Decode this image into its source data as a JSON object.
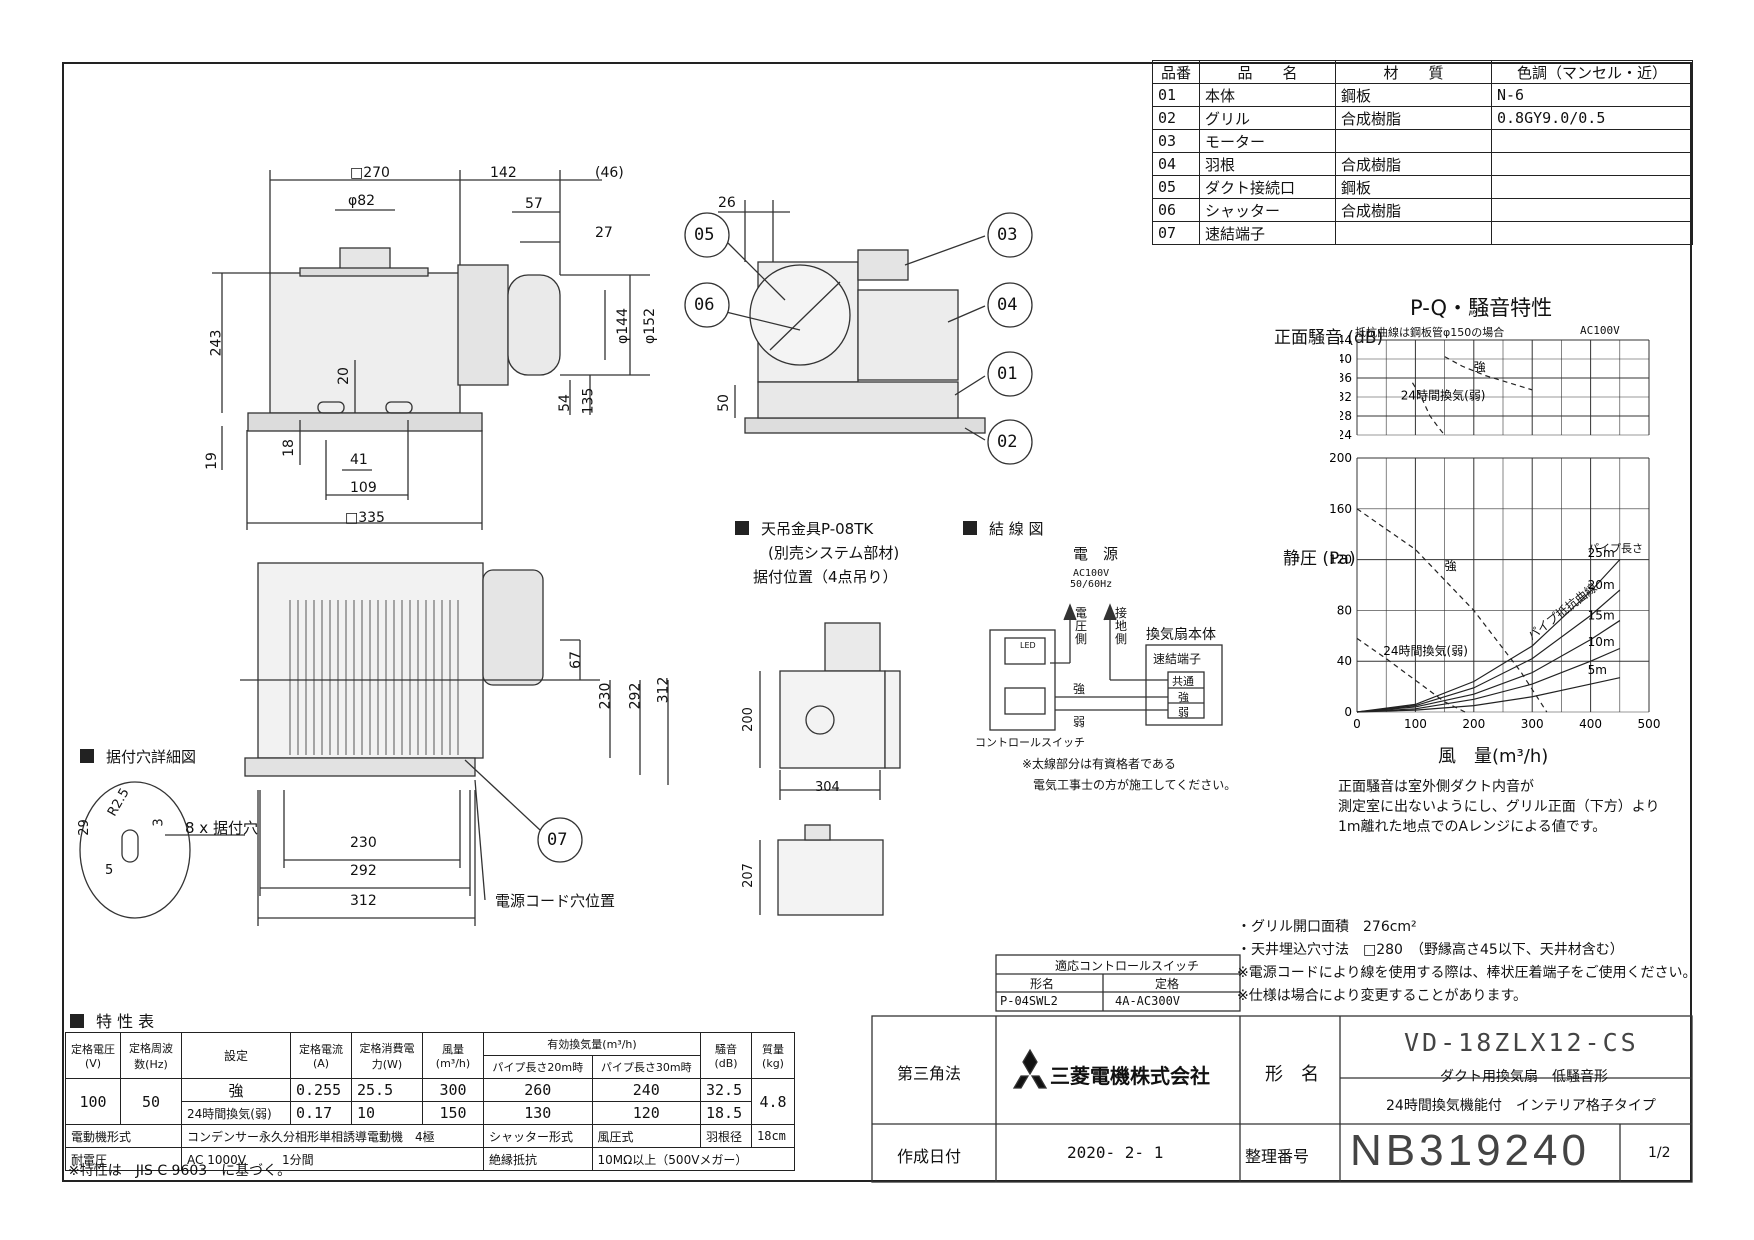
{
  "parts_table": {
    "headers": [
      "品番",
      "品　　名",
      "材　　質",
      "色調（マンセル・近）"
    ],
    "rows": [
      [
        "01",
        "本体",
        "鋼板",
        "N-6"
      ],
      [
        "02",
        "グリル",
        "合成樹脂",
        "0.8GY9.0/0.5"
      ],
      [
        "03",
        "モーター",
        "",
        ""
      ],
      [
        "04",
        "羽根",
        "合成樹脂",
        ""
      ],
      [
        "05",
        "ダクト接続口",
        "鋼板",
        ""
      ],
      [
        "06",
        "シャッター",
        "合成樹脂",
        ""
      ],
      [
        "07",
        "速結端子",
        "",
        ""
      ]
    ]
  },
  "dims_top": {
    "d270": "□270",
    "d142": "142",
    "d46": "(46)",
    "d82": "φ82",
    "d57": "57",
    "d27": "27",
    "d243": "243",
    "d20": "20",
    "d19": "19",
    "d18": "18",
    "d41": "41",
    "d109": "109",
    "d335": "□335",
    "d54": "54",
    "d135": "135",
    "d144": "φ144",
    "d152": "φ152"
  },
  "dims_side": {
    "d26": "26",
    "d50": "50",
    "c05": "05",
    "c06": "06",
    "c03": "03",
    "c04": "04",
    "c01": "01",
    "c02": "02"
  },
  "dims_bottom": {
    "d67": "67",
    "d230": "230",
    "d292": "292",
    "d312": "312",
    "b230": "230",
    "b292": "292",
    "b312": "312",
    "c07": "07",
    "cord": "電源コード穴位置"
  },
  "mount_detail": {
    "title": "据付穴詳細図",
    "r": "R2.5",
    "d29": "29",
    "d3": "3",
    "d5": "5",
    "holes": "8 x 据付穴"
  },
  "hanger": {
    "line1": "天吊金具P-08TK",
    "line2": "(別売システム部材)",
    "line3": "据付位置（4点吊り）",
    "d200": "200",
    "d304": "304",
    "d207": "207"
  },
  "wiring": {
    "title": "結 線 図",
    "power": "電　源",
    "ac": "AC100V",
    "hz": "50/60Hz",
    "vside": [
      "電",
      "圧",
      "側"
    ],
    "gside": [
      "接",
      "地",
      "側"
    ],
    "unit": "換気扇本体",
    "terminal": "速結端子",
    "t1": "共通",
    "t2": "強",
    "t3": "弱",
    "strong": "強",
    "weak": "弱",
    "led": "LED",
    "switch": "コントロールスイッチ",
    "note1": "※太線部分は有資格者である",
    "note2": "電気工事士の方が施工してください。"
  },
  "chart_data": [
    {
      "type": "line",
      "title": "P-Q・騒音特性",
      "subtitle": "抵抗曲線は鋼板管φ150の場合",
      "note": "AC100V",
      "ylabel": "正面騒音 (dB)",
      "ylim": [
        24,
        44
      ],
      "yticks": [
        "44",
        "40",
        "36",
        "32",
        "28",
        "24"
      ],
      "xlim": [
        0,
        500
      ],
      "series": [
        {
          "name": "強",
          "x": [
            150,
            180,
            220,
            260,
            300
          ],
          "y": [
            40.5,
            38.5,
            36.5,
            35,
            33.5
          ]
        },
        {
          "name": "24時間換気(弱)",
          "x": [
            95,
            110,
            125,
            140,
            150
          ],
          "y": [
            35,
            32,
            28,
            25.5,
            24
          ]
        }
      ]
    },
    {
      "type": "line",
      "ylabel": "静圧 (Pa)",
      "xlabel": "風　量(m³/h)",
      "ylim": [
        0,
        200
      ],
      "yticks": [
        "200",
        "160",
        "120",
        "80",
        "40",
        "0"
      ],
      "xlim": [
        0,
        500
      ],
      "xticks": [
        "0",
        "100",
        "200",
        "300",
        "400",
        "500"
      ],
      "series": [
        {
          "name": "強",
          "x": [
            0,
            100,
            200,
            280,
            325
          ],
          "y": [
            160,
            128,
            80,
            32,
            0
          ]
        },
        {
          "name": "24時間換気(弱)",
          "x": [
            0,
            50,
            100,
            150,
            185
          ],
          "y": [
            58,
            42,
            25,
            8,
            0
          ]
        },
        {
          "name": "25m",
          "x": [
            0,
            100,
            200,
            300,
            400,
            450
          ],
          "y": [
            0,
            6,
            24,
            52,
            95,
            120
          ]
        },
        {
          "name": "20m",
          "x": [
            0,
            100,
            200,
            300,
            400,
            450
          ],
          "y": [
            0,
            5,
            19,
            42,
            76,
            96
          ]
        },
        {
          "name": "15m",
          "x": [
            0,
            100,
            200,
            300,
            400,
            450
          ],
          "y": [
            0,
            4,
            14,
            31,
            57,
            72
          ]
        },
        {
          "name": "10m",
          "x": [
            0,
            100,
            200,
            300,
            400,
            450
          ],
          "y": [
            0,
            2.5,
            10,
            22,
            40,
            50
          ]
        },
        {
          "name": "5m",
          "x": [
            0,
            100,
            200,
            300,
            400,
            450
          ],
          "y": [
            0,
            1.5,
            5,
            12,
            22,
            27
          ]
        }
      ],
      "annotations": [
        "パイプ長さ",
        "パイプ抵抗曲線"
      ]
    }
  ],
  "chart_note": [
    "正面騒音は室外側ダクト内音が",
    "測定室に出ないようにし、グリル正面（下方）より",
    "1m離れた地点でのAレンジによる値です。"
  ],
  "spec_notes": [
    "・グリル開口面積　276cm²",
    "・天井埋込穴寸法　□280　（野縁高さ45以下、天井材含む）",
    "※電源コードにより線を使用する際は、棒状圧着端子をご使用ください。",
    "※仕様は場合により変更することがあります。"
  ],
  "switch_table": {
    "title": "適応コントロールスイッチ",
    "h1": "形名",
    "h2": "定格",
    "v1": "P-04SWL2",
    "v2": "4A-AC300V"
  },
  "char_table": {
    "title": "特 性 表",
    "h": [
      "定格電圧(V)",
      "定格周波数(Hz)",
      "設定",
      "定格電流(A)",
      "定格消費電力(W)",
      "風量(m³/h)",
      "有効換気量(m³/h)",
      "パイプ長さ20m時",
      "パイプ長さ30m時",
      "騒音(dB)",
      "質量(kg)"
    ],
    "voltage": "100",
    "freq": "50",
    "rows": [
      [
        "強",
        "0.255",
        "25.5",
        "300",
        "260",
        "240",
        "32.5"
      ],
      [
        "24時間換気(弱)",
        "0.17",
        "10",
        "150",
        "130",
        "120",
        "18.5"
      ]
    ],
    "mass": "4.8",
    "motor_label": "電動機形式",
    "motor": "コンデンサー永久分相形単相誘導電動機　4極",
    "shutter_label": "シャッター形式",
    "shutter": "風圧式",
    "blade_label": "羽根径",
    "blade": "18cm",
    "volt_label": "耐電圧",
    "volt": "AC 1000V　　　1分間",
    "ins_label": "絶縁抵抗",
    "ins": "10MΩ以上（500Vメガー）",
    "note": "※特性は　JIS C 9603　に基づく。"
  },
  "title_block": {
    "projection": "第三角法",
    "company": "三菱電機株式会社",
    "model_label": "形　名",
    "model": "VD-18ZLX12-CS",
    "desc1": "ダクト用換気扇　低騒音形",
    "desc2": "24時間換気機能付　インテリア格子タイプ",
    "date_label": "作成日付",
    "date": "2020- 2- 1",
    "number_label": "整理番号",
    "number": "NB319240",
    "page": "1/2"
  }
}
